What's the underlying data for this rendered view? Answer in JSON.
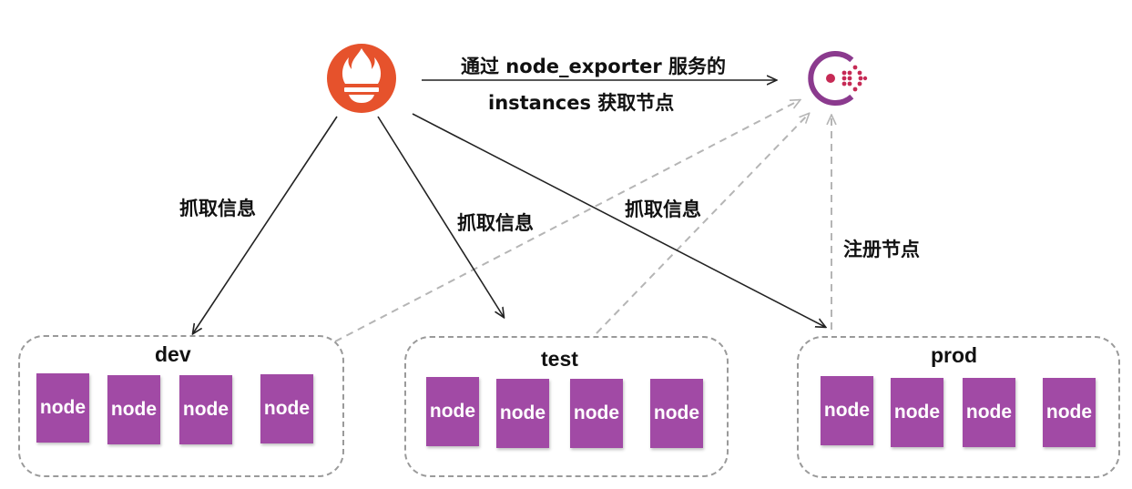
{
  "edges": {
    "discover_line1": "通过 node_exporter 服务的",
    "discover_line2": "instances 获取节点",
    "scrape_dev": "抓取信息",
    "scrape_test": "抓取信息",
    "scrape_prod": "抓取信息",
    "register": "注册节点"
  },
  "icons": {
    "prometheus": "prometheus-logo-icon",
    "consul": "consul-logo-icon"
  },
  "groups": [
    {
      "name": "dev",
      "nodes": [
        "node",
        "node",
        "node",
        "node"
      ]
    },
    {
      "name": "test",
      "nodes": [
        "node",
        "node",
        "node",
        "node"
      ]
    },
    {
      "name": "prod",
      "nodes": [
        "node",
        "node",
        "node",
        "node"
      ]
    }
  ],
  "colors": {
    "prometheus": "#e6522c",
    "consul_purple": "#8b3a8e",
    "consul_red": "#c62a55",
    "node": "#a14aa5",
    "solid_line": "#222222",
    "dashed_line": "#b5b5b5"
  }
}
